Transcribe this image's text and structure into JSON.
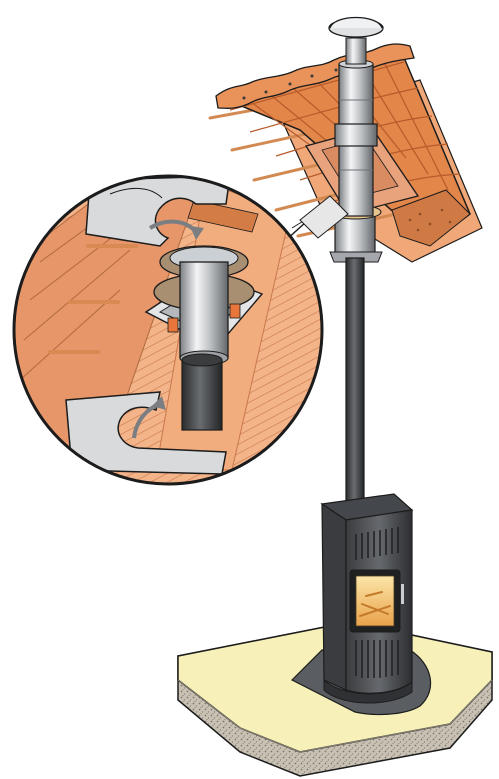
{
  "diagram": {
    "subject": "wood-stove-chimney-installation",
    "components": [
      {
        "name": "rain-cap",
        "icon": "chimney-cap-icon"
      },
      {
        "name": "insulated-chimney-pipe",
        "icon": "chimney-pipe-icon"
      },
      {
        "name": "tiled-roof",
        "icon": "roof-tiles-icon"
      },
      {
        "name": "roof-flashing",
        "icon": "flashing-icon"
      },
      {
        "name": "ceiling-support",
        "icon": "ceiling-support-icon"
      },
      {
        "name": "black-stovepipe",
        "icon": "stovepipe-icon"
      },
      {
        "name": "wood-stove",
        "icon": "wood-stove-icon"
      },
      {
        "name": "floor-protector",
        "icon": "floor-plate-icon"
      },
      {
        "name": "concrete-slab",
        "icon": "slab-icon"
      },
      {
        "name": "detail-magnifier",
        "icon": "magnifier-circle-icon"
      }
    ],
    "palette": {
      "tile": "#e2864a",
      "tile_dark": "#b85a2a",
      "wood": "#f0a878",
      "wood_line": "#c9774a",
      "flashing": "#e8a27c",
      "metal_light": "#e4e6e8",
      "metal_mid": "#b0b4b8",
      "metal_dark": "#6e7276",
      "stove": "#55585c",
      "stove_dark": "#2f3134",
      "fire": "#f3c36a",
      "slab_top": "#f7f1b9",
      "slab_side": "#bdb6a8",
      "floor_plate": "#5a5d61",
      "outline": "#1c1c1c"
    }
  }
}
